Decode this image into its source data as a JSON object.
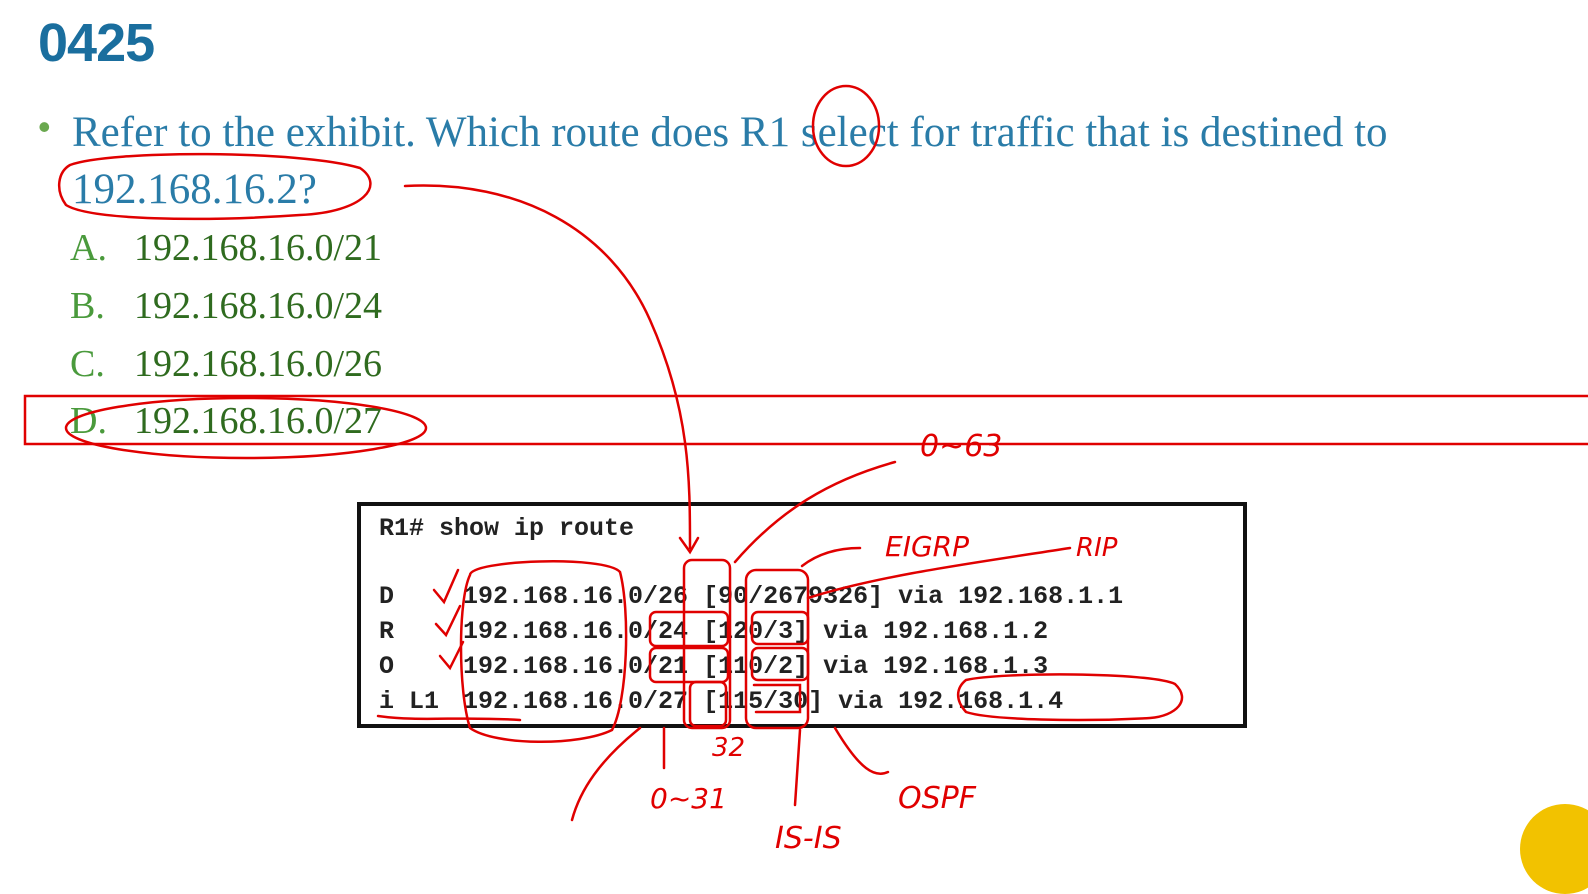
{
  "slide": {
    "title": "0425"
  },
  "question": {
    "text": "Refer to the exhibit. Which route does R1 select for traffic that is destined to 192.168.16.2?"
  },
  "options": [
    {
      "letter": "A.",
      "value": "192.168.16.0/21"
    },
    {
      "letter": "B.",
      "value": "192.168.16.0/24"
    },
    {
      "letter": "C.",
      "value": "192.168.16.0/26"
    },
    {
      "letter": "D.",
      "value": "192.168.16.0/27"
    }
  ],
  "exhibit": {
    "command": "R1# show ip route",
    "routes": [
      {
        "code": "D",
        "network": "192.168.16.0/26",
        "metric": "[90/2679326]",
        "via": "via 192.168.1.1"
      },
      {
        "code": "R",
        "network": "192.168.16.0/24",
        "metric": "[120/3]",
        "via": "via 192.168.1.2"
      },
      {
        "code": "O",
        "network": "192.168.16.0/21",
        "metric": "[110/2]",
        "via": "via 192.168.1.3"
      },
      {
        "code": "i L1",
        "network": "192.168.16.0/27",
        "metric": "[115/30]",
        "via": "via 192.168.1.4"
      }
    ]
  },
  "annotations": {
    "range_63": "0~63",
    "eigrp": "EIGRP",
    "rip": "RIP",
    "num_32": "32",
    "range_31": "0~31",
    "isis": "IS-IS",
    "ospf": "OSPF"
  },
  "colors": {
    "title": "#1a6e9e",
    "question": "#2a7ca8",
    "options": "#4a9a3c",
    "annotation": "#e00000"
  }
}
